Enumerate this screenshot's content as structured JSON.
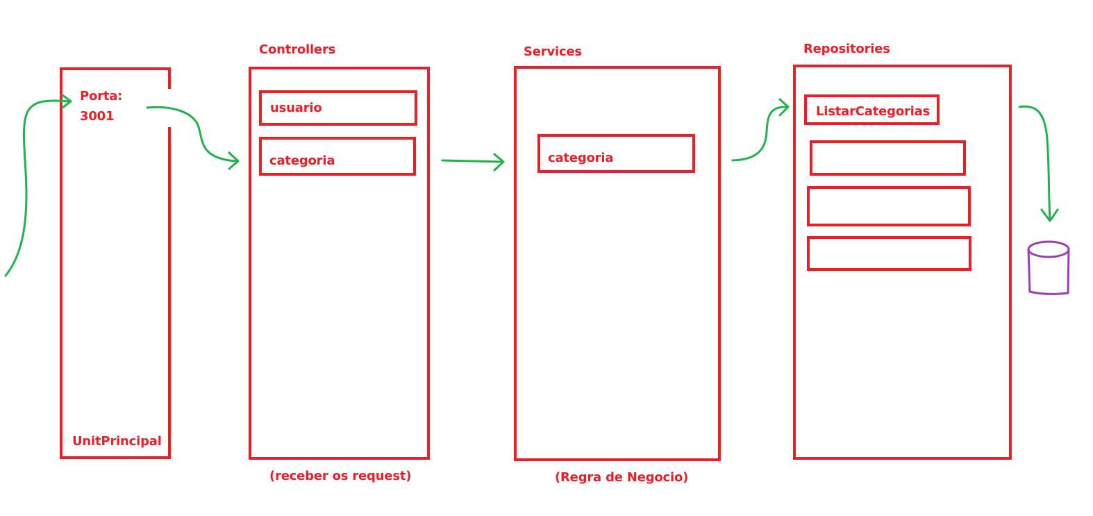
{
  "colors": {
    "box_stroke": "#e8202a",
    "arrow": "#22b24c",
    "database": "#9b3fb5"
  },
  "unit_principal": {
    "port_label": "Porta:",
    "port_value": "3001",
    "name": "UnitPrincipal"
  },
  "controllers": {
    "title": "Controllers",
    "items": [
      "usuario",
      "categoria"
    ],
    "caption": "(receber os request)"
  },
  "services": {
    "title": "Services",
    "items": [
      "categoria"
    ],
    "caption": "(Regra de Negocio)"
  },
  "repositories": {
    "title": "Repositories",
    "items": [
      "ListarCategorias",
      "",
      "",
      ""
    ]
  },
  "icons": {
    "database": "database-cylinder-icon",
    "arrow": "hand-drawn-arrow-icon"
  }
}
